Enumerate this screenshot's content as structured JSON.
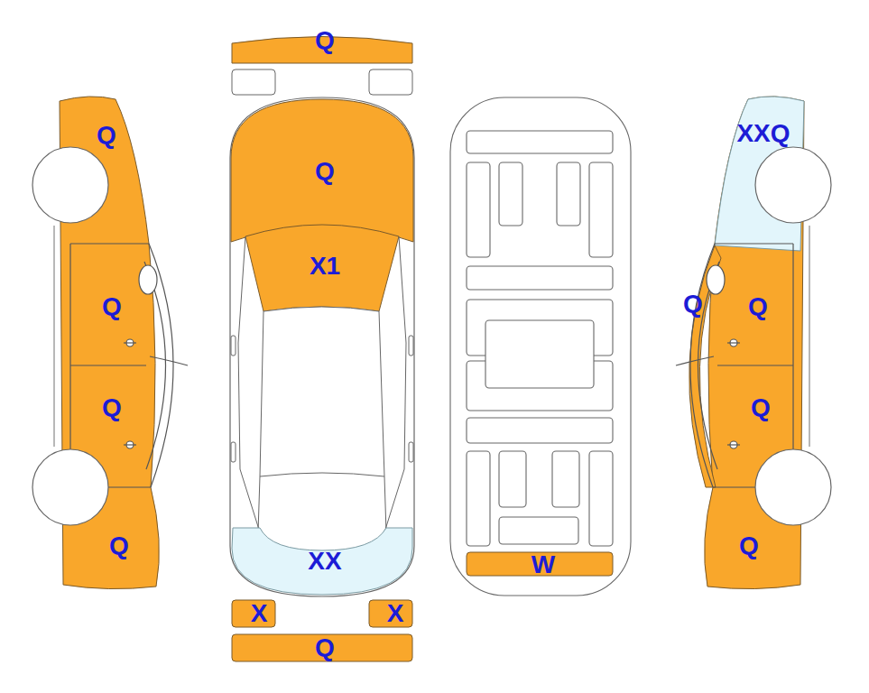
{
  "diagram": {
    "labels": [
      "Q",
      "Q",
      "Q",
      "XXQ",
      "X1",
      "Q",
      "Q",
      "Q",
      "Q",
      "Q",
      "Q",
      "Q",
      "XX",
      "W",
      "X",
      "X",
      "Q"
    ]
  }
}
